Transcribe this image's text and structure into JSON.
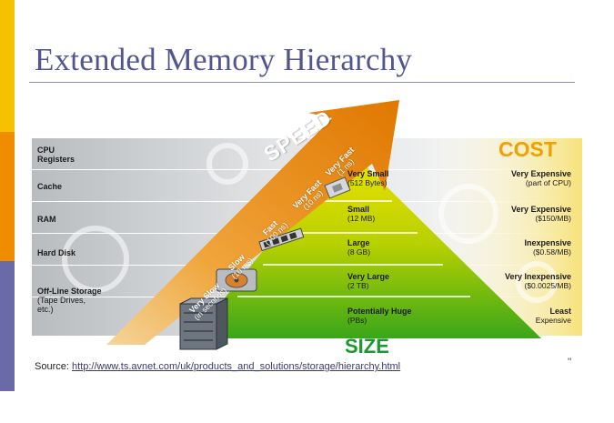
{
  "slide": {
    "title": "Extended Memory Hierarchy",
    "source_label": "Source:",
    "source_url": "http://www.ts.avnet.com/uk/products_and_solutions/storage/hierarchy.html",
    "corner_mark": "''"
  },
  "diagram": {
    "speed_title": "SPEED",
    "cost_title": "COST",
    "size_title": "SIZE",
    "tiers": [
      {
        "name": "CPU Registers",
        "speed": "Very Fast",
        "speed_detail": "(1 ns)",
        "size": "Very Small",
        "size_detail": "(512 Bytes)",
        "cost": "Very Expensive",
        "cost_detail": "(part of CPU)"
      },
      {
        "name": "Cache",
        "speed": "Very Fast",
        "speed_detail": "(10 ns)",
        "size": "Small",
        "size_detail": "(12 MB)",
        "cost": "Very Expensive",
        "cost_detail": "($150/MB)"
      },
      {
        "name": "RAM",
        "speed": "Fast",
        "speed_detail": "(100 ns)",
        "size": "Large",
        "size_detail": "(8 GB)",
        "cost": "Inexpensive",
        "cost_detail": "($0.58/MB)"
      },
      {
        "name": "Hard Disk",
        "speed": "Slow",
        "speed_detail": "(10 ms)",
        "size": "Very Large",
        "size_detail": "(2 TB)",
        "cost": "Very Inexpensive",
        "cost_detail": "($0.0025/MB)"
      },
      {
        "name": "Off-Line Storage",
        "name_detail": "(Tape Drives, etc.)",
        "speed": "Very Slow",
        "speed_detail": "(in seconds)",
        "size": "Potentially Huge",
        "size_detail": "(PBs)",
        "cost": "Least",
        "cost_detail": "Expensive"
      }
    ]
  }
}
